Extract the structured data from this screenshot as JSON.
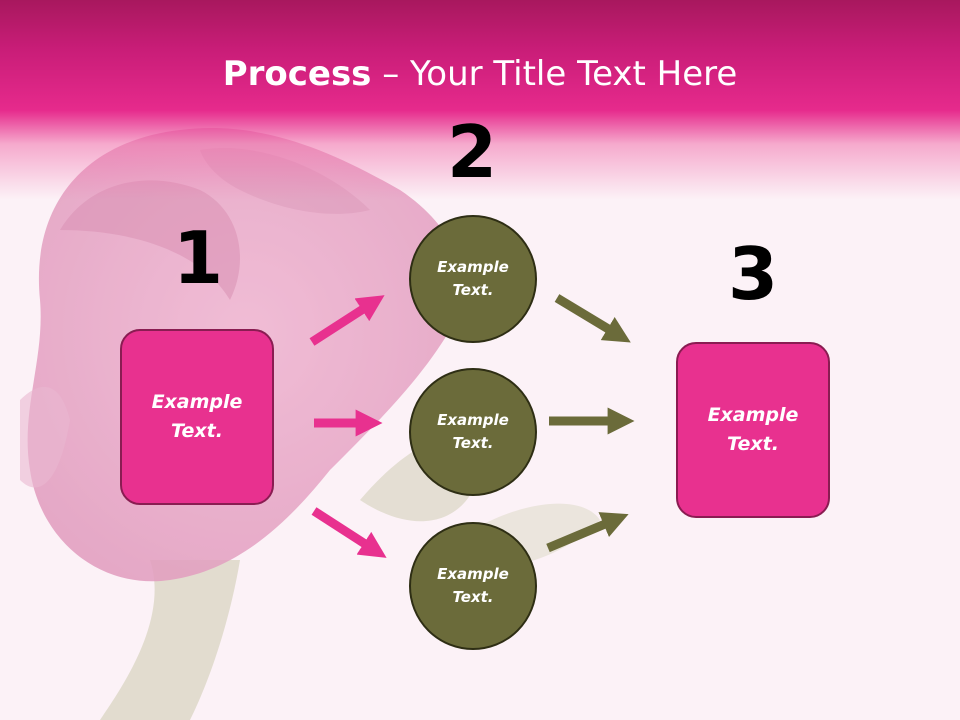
{
  "title": {
    "bold": "Process",
    "rest": " – Your Title Text Here"
  },
  "steps": {
    "one": "1",
    "two": "2",
    "three": "3"
  },
  "boxes": {
    "left": "Example Text.",
    "right": "Example Text."
  },
  "circles": {
    "top": "Example Text.",
    "middle": "Example Text.",
    "bottom": "Example Text."
  },
  "colors": {
    "pink": "#e8318f",
    "olive": "#6b6b3a",
    "banner": "#e62a8c"
  }
}
